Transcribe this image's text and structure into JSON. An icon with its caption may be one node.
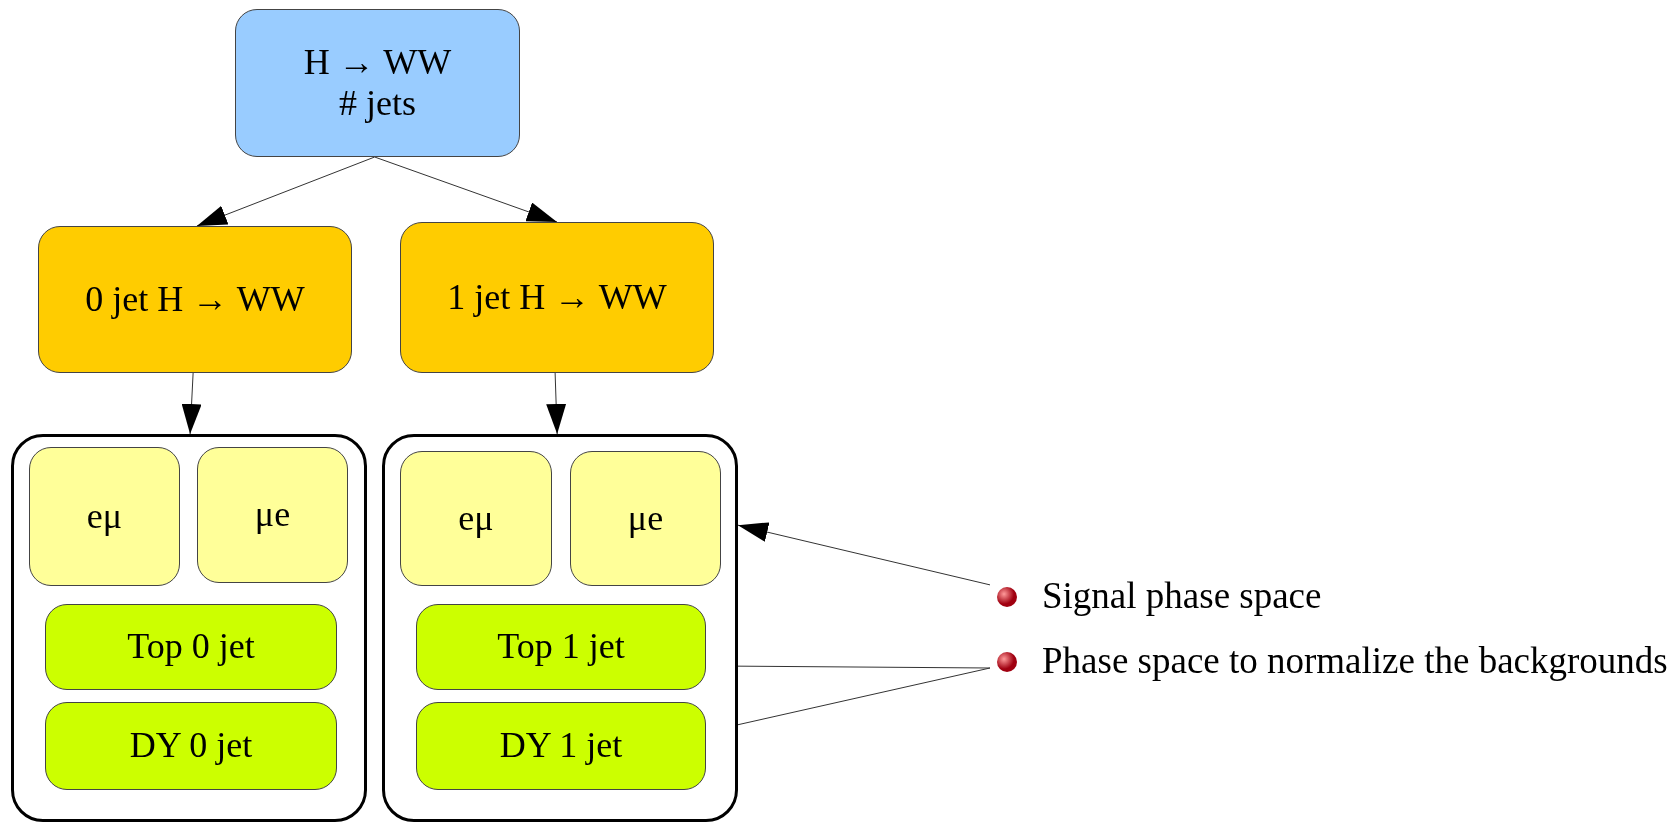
{
  "diagram": {
    "nodes": [
      {
        "text": [
          "H → WW",
          "# jets"
        ]
      },
      {
        "text": [
          "0 jet H → WW"
        ]
      },
      {
        "text": [
          "1 jet H → WW"
        ]
      },
      {
        "text": [],
        "shape": "box"
      },
      {
        "text": [
          "eμ"
        ],
        "in": 3
      },
      {
        "text": [
          "μe"
        ],
        "in": 3
      },
      {
        "text": [
          "Top 0 jet"
        ],
        "in": 3
      },
      {
        "text": [
          "DY 0 jet"
        ],
        "in": 3
      },
      {
        "text": [],
        "shape": "box"
      },
      {
        "text": [
          "eμ"
        ],
        "in": 8
      },
      {
        "text": [
          "μe"
        ],
        "in": 8
      },
      {
        "text": [
          "Top 1 jet"
        ],
        "in": 8
      },
      {
        "text": [
          "DY 1 jet"
        ],
        "in": 8
      },
      {
        "text": [
          "Signal phase space"
        ]
      },
      {
        "text": [
          "Phase space to normalize the backgrounds"
        ]
      }
    ],
    "edges": [
      {
        "from": 0,
        "to": 1,
        "arrow": "to"
      },
      {
        "from": 0,
        "to": 2,
        "arrow": "to"
      },
      {
        "from": 1,
        "to": 3,
        "arrow": "to"
      },
      {
        "from": 2,
        "to": 8,
        "arrow": "to"
      },
      {
        "from": 13,
        "to": 8,
        "arrow": "to"
      },
      {
        "from": 14,
        "to": 11,
        "arrow": "to"
      },
      {
        "from": 14,
        "to": 12,
        "arrow": "to"
      }
    ]
  }
}
